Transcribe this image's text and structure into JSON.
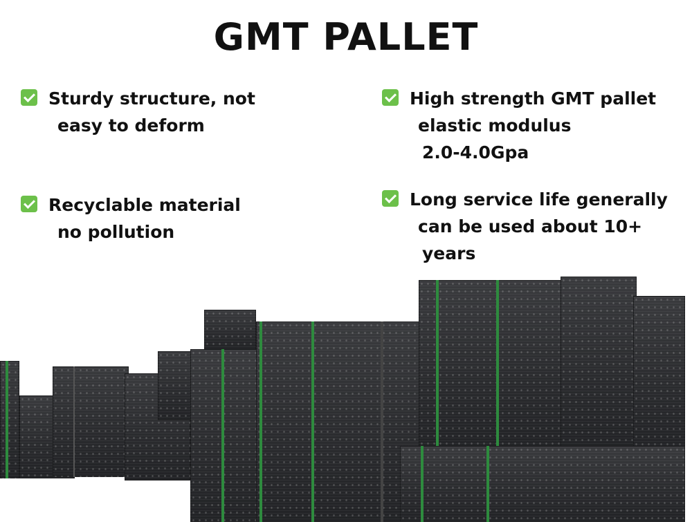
{
  "title": "GMT PALLET",
  "features": [
    {
      "icon": "check-box-icon",
      "lines": [
        "Sturdy structure, not",
        "easy to deform"
      ]
    },
    {
      "icon": "check-box-icon",
      "lines": [
        "Recyclable material",
        "no pollution"
      ]
    },
    {
      "icon": "check-box-icon",
      "lines": [
        "High strength GMT pallet",
        "elastic modulus",
        "2.0-4.0Gpa"
      ]
    },
    {
      "icon": "check-box-icon",
      "lines": [
        "Long service life generally",
        "can be used about 10+",
        "years"
      ]
    }
  ],
  "colors": {
    "check": "#6cc04a",
    "strap": "#2e8b3e"
  }
}
